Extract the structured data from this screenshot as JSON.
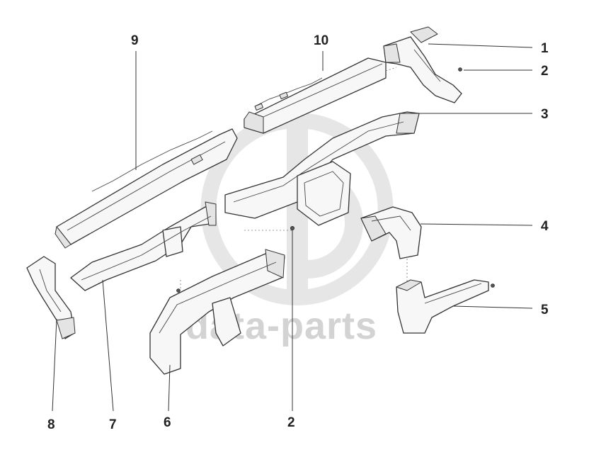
{
  "watermark": {
    "text": "data-parts",
    "color": "#d3d3d3"
  },
  "callouts": [
    {
      "id": "c1",
      "label": "1"
    },
    {
      "id": "c2a",
      "label": "2"
    },
    {
      "id": "c3",
      "label": "3"
    },
    {
      "id": "c4",
      "label": "4"
    },
    {
      "id": "c5",
      "label": "5"
    },
    {
      "id": "c2b",
      "label": "2"
    },
    {
      "id": "c6",
      "label": "6"
    },
    {
      "id": "c7",
      "label": "7"
    },
    {
      "id": "c8",
      "label": "8"
    },
    {
      "id": "c9",
      "label": "9"
    },
    {
      "id": "c10",
      "label": "10"
    }
  ],
  "colors": {
    "line": "#333333",
    "part_fill": "#f7f7f7",
    "background": "#ffffff"
  }
}
